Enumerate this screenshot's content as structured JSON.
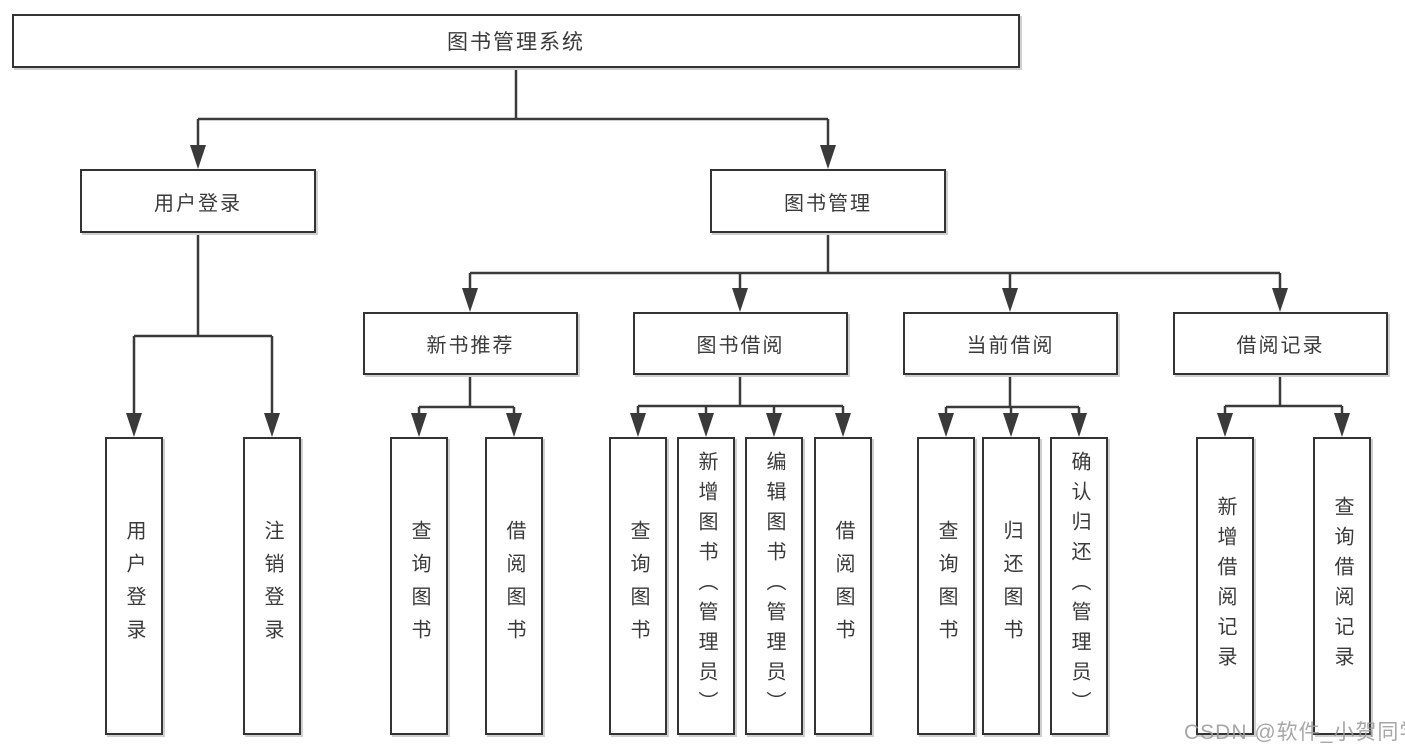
{
  "title": "图书管理系统",
  "nodes": {
    "root": {
      "label": "图书管理系统"
    },
    "user_login": {
      "label": "用户登录"
    },
    "book_mgmt": {
      "label": "图书管理"
    },
    "new_book_rec": {
      "label": "新书推荐"
    },
    "book_borrow": {
      "label": "图书借阅"
    },
    "current_borrow": {
      "label": "当前借阅"
    },
    "borrow_records": {
      "label": "借阅记录"
    },
    "leaf_user_login": {
      "label": "用户登录"
    },
    "leaf_logout": {
      "label": "注销登录"
    },
    "leaf_query_books_rec": {
      "label": "查询图书"
    },
    "leaf_borrow_books_rec": {
      "label": "借阅图书"
    },
    "leaf_query_books_borrow": {
      "label": "查询图书"
    },
    "leaf_add_book_admin": {
      "label": "新增图书（管理员）"
    },
    "leaf_edit_book_admin": {
      "label": "编辑图书（管理员）"
    },
    "leaf_borrow_books_borrow": {
      "label": "借阅图书"
    },
    "leaf_query_books_current": {
      "label": "查询图书"
    },
    "leaf_return_book": {
      "label": "归还图书"
    },
    "leaf_confirm_return_admin": {
      "label": "确认归还（管理员）"
    },
    "leaf_add_borrow_record": {
      "label": "新增借阅记录"
    },
    "leaf_query_borrow_record": {
      "label": "查询借阅记录"
    }
  },
  "edges": [
    {
      "from": "root",
      "to": [
        "user_login",
        "book_mgmt"
      ]
    },
    {
      "from": "user_login",
      "to": [
        "leaf_user_login",
        "leaf_logout"
      ]
    },
    {
      "from": "book_mgmt",
      "to": [
        "new_book_rec",
        "book_borrow",
        "current_borrow",
        "borrow_records"
      ]
    },
    {
      "from": "new_book_rec",
      "to": [
        "leaf_query_books_rec",
        "leaf_borrow_books_rec"
      ]
    },
    {
      "from": "book_borrow",
      "to": [
        "leaf_query_books_borrow",
        "leaf_add_book_admin",
        "leaf_edit_book_admin",
        "leaf_borrow_books_borrow"
      ]
    },
    {
      "from": "current_borrow",
      "to": [
        "leaf_query_books_current",
        "leaf_return_book",
        "leaf_confirm_return_admin"
      ]
    },
    {
      "from": "borrow_records",
      "to": [
        "leaf_add_borrow_record",
        "leaf_query_borrow_record"
      ]
    }
  ],
  "watermark": "CSDN @软件_小贺同学",
  "colors": {
    "line": "#3a3a3a",
    "box_border": "#333333",
    "text": "#3a3a3a",
    "background": "#ffffff",
    "watermark": "#9b9b9b"
  }
}
